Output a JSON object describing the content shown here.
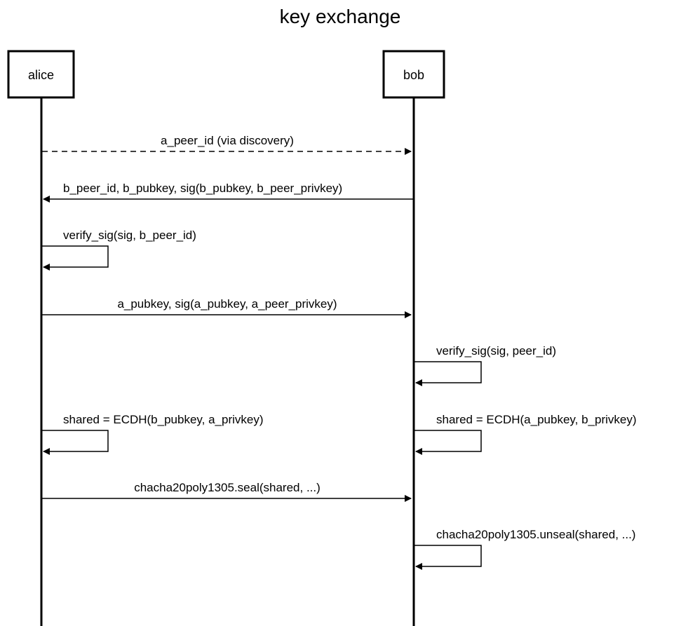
{
  "title": "key exchange",
  "actors": [
    {
      "id": "alice",
      "label": "alice"
    },
    {
      "id": "bob",
      "label": "bob"
    }
  ],
  "messages": [
    {
      "type": "async",
      "from": "alice",
      "to": "bob",
      "label": "a_peer_id (via discovery)"
    },
    {
      "type": "sync",
      "from": "bob",
      "to": "alice",
      "label": "b_peer_id, b_pubkey, sig(b_pubkey, b_peer_privkey)"
    },
    {
      "type": "self",
      "actor": "alice",
      "label": "verify_sig(sig, b_peer_id)"
    },
    {
      "type": "sync",
      "from": "alice",
      "to": "bob",
      "label": "a_pubkey, sig(a_pubkey, a_peer_privkey)"
    },
    {
      "type": "self",
      "actor": "bob",
      "label": "verify_sig(sig, peer_id)"
    },
    {
      "type": "self",
      "actor": "alice",
      "label": "shared = ECDH(b_pubkey, a_privkey)"
    },
    {
      "type": "self",
      "actor": "bob",
      "label": "shared = ECDH(a_pubkey, b_privkey)"
    },
    {
      "type": "sync",
      "from": "alice",
      "to": "bob",
      "label": "chacha20poly1305.seal(shared, ...)"
    },
    {
      "type": "self",
      "actor": "bob",
      "label": "chacha20poly1305.unseal(shared, ...)"
    }
  ]
}
